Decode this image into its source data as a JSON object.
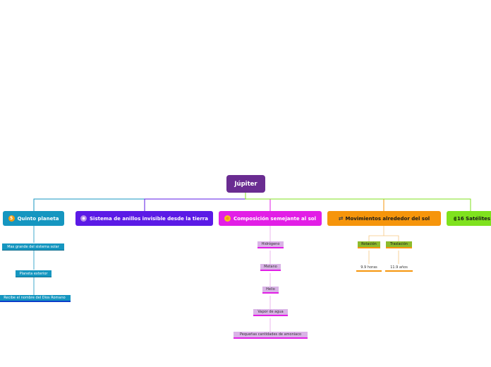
{
  "root": {
    "label": "Júpiter",
    "color": "#6a2c91"
  },
  "branches": [
    {
      "label": "Quinto planeta",
      "color": "#1596c0",
      "children": [
        "Mas grande del sistema solar",
        "Planeta exterior",
        "Recibe el nombre del Dios Romano"
      ]
    },
    {
      "label": "Sistema de anillos invisible desde la tierra",
      "color": "#5b1ae6",
      "children": []
    },
    {
      "label": "Composición semejante al sol",
      "color": "#e21ee6",
      "children": [
        "Hidrógeno",
        "Metano",
        "Helio",
        "Vapor de agua",
        "Pequeñas cantidades de amoniaco"
      ]
    },
    {
      "label": "Movimientos alrededor del sol",
      "color": "#f6950b",
      "children": [
        {
          "label": "Rotación",
          "value": "9.9 horas"
        },
        {
          "label": "Traslación",
          "value": "11.9 años"
        }
      ]
    },
    {
      "label": "16 Satélites",
      "color": "#7fe21e",
      "children": []
    }
  ]
}
